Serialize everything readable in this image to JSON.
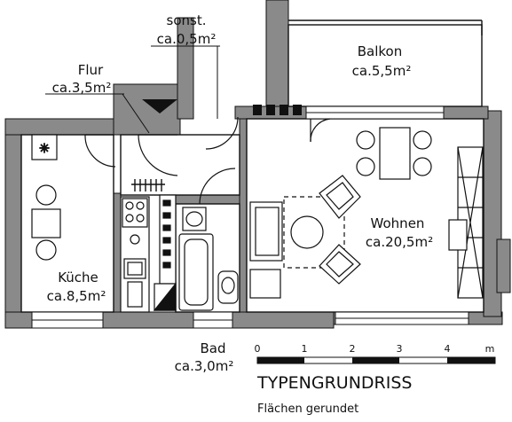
{
  "rooms": {
    "sonst": {
      "name": "sonst.",
      "area": "ca.0,5m²"
    },
    "flur": {
      "name": "Flur",
      "area": "ca.3,5m²"
    },
    "balkon": {
      "name": "Balkon",
      "area": "ca.5,5m²"
    },
    "kueche": {
      "name": "Küche",
      "area": "ca.8,5m²"
    },
    "wohnen": {
      "name": "Wohnen",
      "area": "ca.20,5m²"
    },
    "bad": {
      "name": "Bad",
      "area": "ca.3,0m²"
    }
  },
  "scale_bar": {
    "ticks": [
      "0",
      "1",
      "2",
      "3",
      "4"
    ],
    "unit": "m"
  },
  "title": "TYPENGRUNDRISS",
  "subtitle": "Flächen gerundet",
  "colors": {
    "wall": "#8a8a8a",
    "line": "#111111",
    "background": "#ffffff"
  }
}
